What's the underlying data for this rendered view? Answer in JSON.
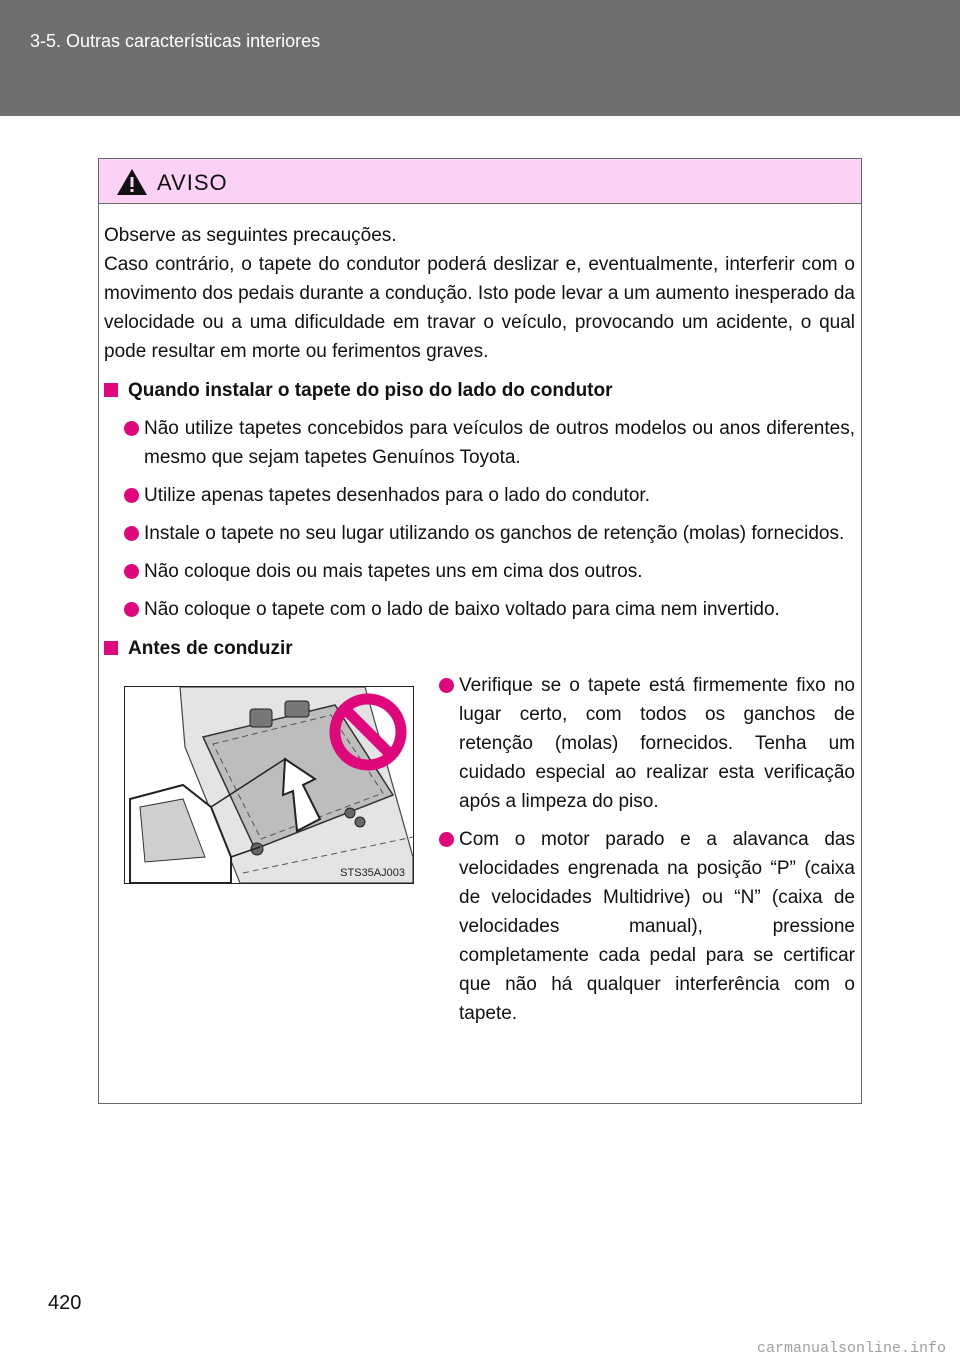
{
  "header": {
    "section": "3-5. Outras características interiores"
  },
  "warning": {
    "title": "AVISO",
    "intro": "Observe as seguintes precauções.\nCaso contrário, o tapete do condutor poderá deslizar e, eventualmente, interferir com o movimento dos pedais durante a condução. Isto pode levar a um aumento inesperado da velocidade ou a uma dificuldade em travar o veículo, provocando um acidente, o qual pode resultar em morte ou ferimentos graves.",
    "section1": {
      "heading": "Quando instalar o tapete do piso do lado do condutor",
      "bullets": [
        "Não utilize tapetes concebidos para veículos de outros modelos ou anos diferentes, mesmo que sejam tapetes Genuínos Toyota.",
        "Utilize apenas tapetes desenhados para o lado do condutor.",
        "Instale o tapete no seu lugar utilizando os ganchos de retenção (molas) fornecidos.",
        "Não coloque dois ou mais tapetes uns em cima dos outros.",
        "Não coloque o tapete com o lado de baixo voltado para cima nem invertido."
      ]
    },
    "section2": {
      "heading": "Antes de conduzir",
      "image_code": "STS35AJ003",
      "bullets": [
        "Verifique se o tapete está firmemente fixo no lugar certo, com todos os ganchos de retenção (molas) fornecidos. Tenha um cuidado especial ao realizar esta verificação após a limpeza do piso.",
        "Com o motor parado e a alavanca das velocidades engrenada na posição “P” (caixa de velocidades Multidrive) ou “N” (caixa de velocidades manual), pressione completamente cada pedal para se certificar que não há qualquer interferência com o tapete."
      ]
    }
  },
  "page_number": "420",
  "watermark": "carmanualsonline.info",
  "colors": {
    "header_bg": "#6f6f6f",
    "warning_bg": "#fcd1f6",
    "accent": "#e0067b",
    "prohibit": "#e0067b"
  }
}
